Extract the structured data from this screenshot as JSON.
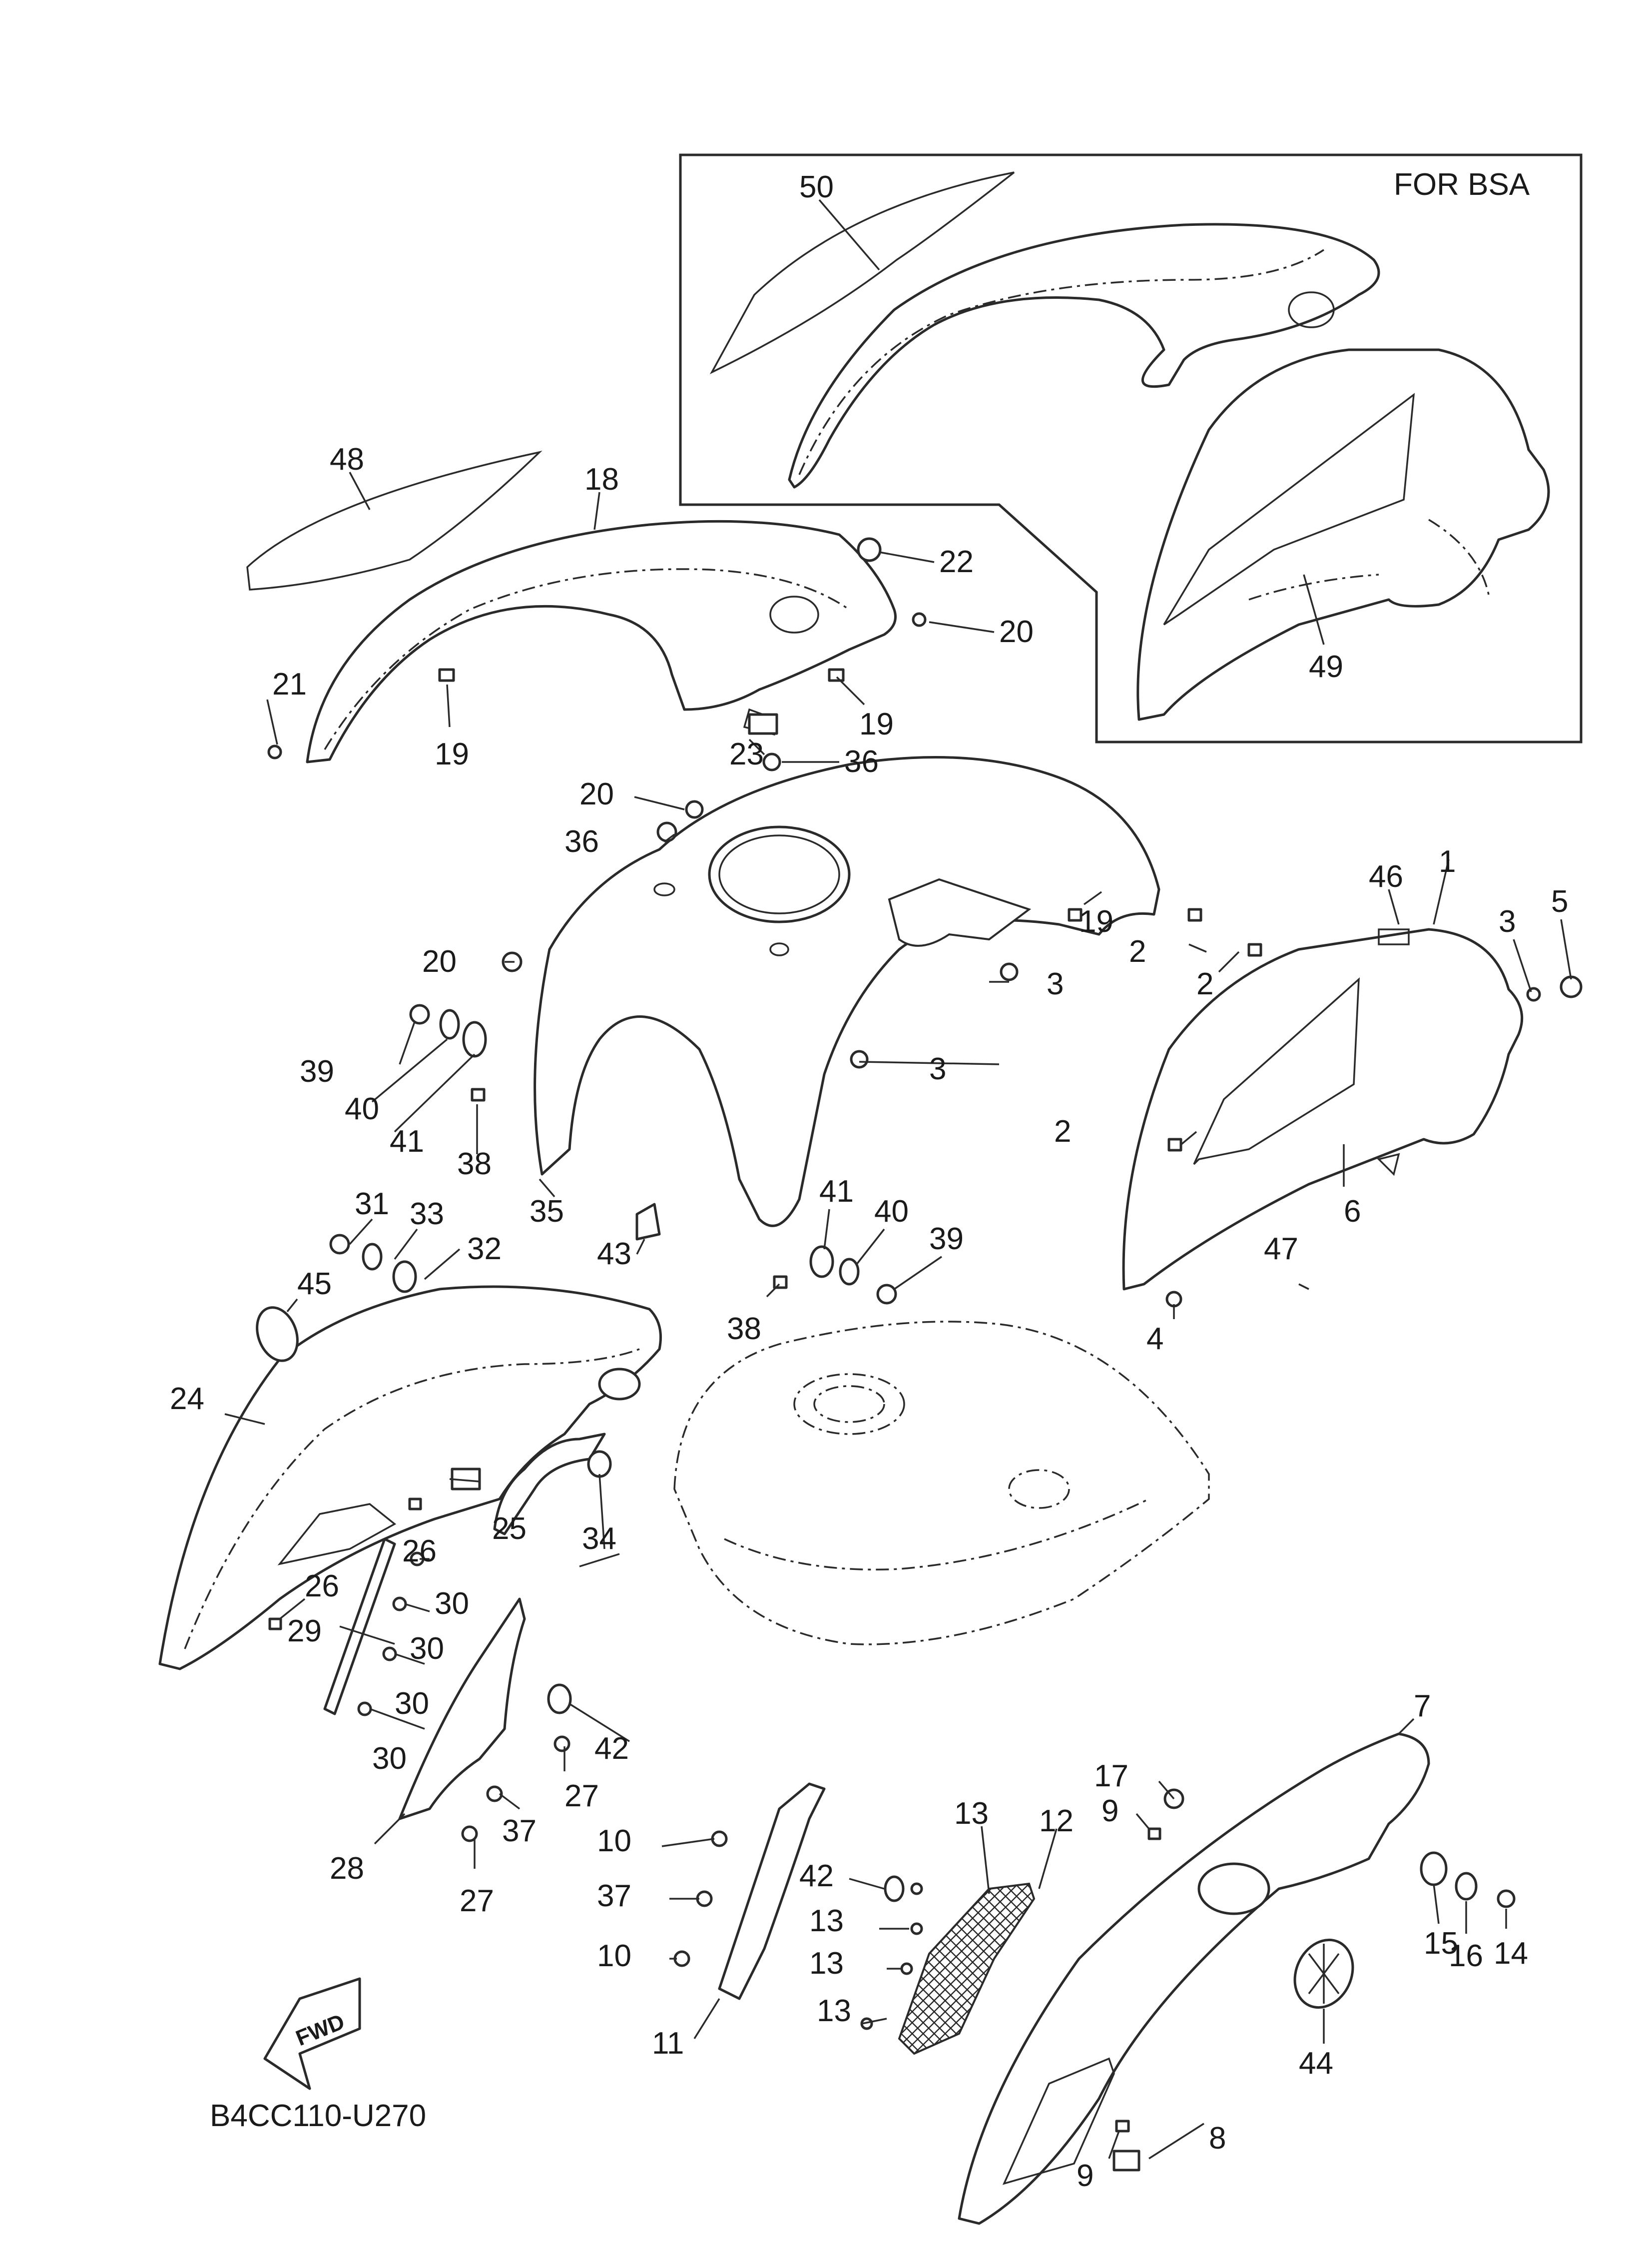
{
  "inset_label": "FOR BSA",
  "drawing_code": "B4CC110-U270",
  "fwd_label": "FWD",
  "callouts": [
    {
      "n": "50"
    },
    {
      "n": "48"
    },
    {
      "n": "18"
    },
    {
      "n": "22"
    },
    {
      "n": "20"
    },
    {
      "n": "21"
    },
    {
      "n": "19"
    },
    {
      "n": "19"
    },
    {
      "n": "23"
    },
    {
      "n": "36"
    },
    {
      "n": "49"
    },
    {
      "n": "20"
    },
    {
      "n": "36"
    },
    {
      "n": "19"
    },
    {
      "n": "46"
    },
    {
      "n": "1"
    },
    {
      "n": "3"
    },
    {
      "n": "5"
    },
    {
      "n": "20"
    },
    {
      "n": "2"
    },
    {
      "n": "2"
    },
    {
      "n": "3"
    },
    {
      "n": "39"
    },
    {
      "n": "40"
    },
    {
      "n": "41"
    },
    {
      "n": "3"
    },
    {
      "n": "38"
    },
    {
      "n": "2"
    },
    {
      "n": "31"
    },
    {
      "n": "33"
    },
    {
      "n": "32"
    },
    {
      "n": "35"
    },
    {
      "n": "43"
    },
    {
      "n": "41"
    },
    {
      "n": "40"
    },
    {
      "n": "39"
    },
    {
      "n": "6"
    },
    {
      "n": "47"
    },
    {
      "n": "45"
    },
    {
      "n": "38"
    },
    {
      "n": "4"
    },
    {
      "n": "24"
    },
    {
      "n": "26"
    },
    {
      "n": "25"
    },
    {
      "n": "34"
    },
    {
      "n": "26"
    },
    {
      "n": "30"
    },
    {
      "n": "29"
    },
    {
      "n": "30"
    },
    {
      "n": "30"
    },
    {
      "n": "30"
    },
    {
      "n": "42"
    },
    {
      "n": "27"
    },
    {
      "n": "37"
    },
    {
      "n": "28"
    },
    {
      "n": "27"
    },
    {
      "n": "7"
    },
    {
      "n": "17"
    },
    {
      "n": "9"
    },
    {
      "n": "13"
    },
    {
      "n": "12"
    },
    {
      "n": "10"
    },
    {
      "n": "42"
    },
    {
      "n": "37"
    },
    {
      "n": "13"
    },
    {
      "n": "13"
    },
    {
      "n": "10"
    },
    {
      "n": "13"
    },
    {
      "n": "11"
    },
    {
      "n": "15"
    },
    {
      "n": "16"
    },
    {
      "n": "14"
    },
    {
      "n": "44"
    },
    {
      "n": "8"
    },
    {
      "n": "9"
    }
  ]
}
